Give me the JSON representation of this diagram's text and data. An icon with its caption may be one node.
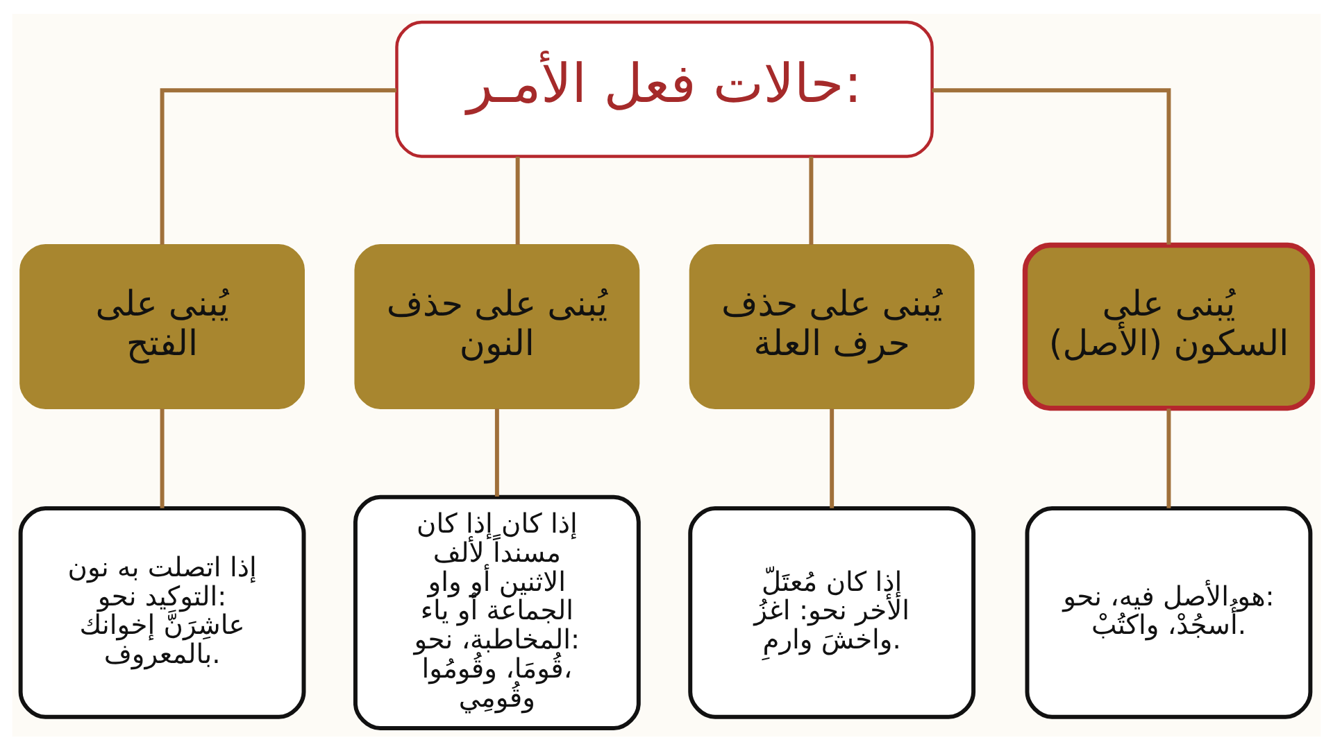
{
  "diagram": {
    "nodes": [
      {
        "text": [
          "حالات فعل الأمـر:"
        ]
      },
      {
        "text": [
          "يُبنى على السكون (الأصل)"
        ]
      },
      {
        "text": [
          "يُبنى على حذف حرف العلة"
        ]
      },
      {
        "text": [
          "يُبنى على حذف النون"
        ]
      },
      {
        "text": [
          "يُبنى على الفتح"
        ]
      },
      {
        "text": [
          "هو الأصل فيه، نحو: أُسجُدْ، واكتُبْ."
        ]
      },
      {
        "text": [
          "إذا كان مُعتَلّ الأخر نحو: اغزُ واخشَ وارمِ."
        ]
      },
      {
        "text": [
          "إذا كان إذا كان مسنداً لألف الاثنين أو واو الجماعة أو ياء المخاطبة، نحو: قُومَا، وقُومُوا، وقُومِي"
        ]
      },
      {
        "text": [
          "إذا اتصلت به نون التوكيد نحو: عاشِرَنَّ إخوانك بالمعروف."
        ]
      }
    ],
    "edges": [
      {
        "from": 0,
        "to": 1,
        "arrow": "none"
      },
      {
        "from": 0,
        "to": 2,
        "arrow": "none"
      },
      {
        "from": 0,
        "to": 3,
        "arrow": "none"
      },
      {
        "from": 0,
        "to": 4,
        "arrow": "none"
      },
      {
        "from": 1,
        "to": 5,
        "arrow": "none"
      },
      {
        "from": 2,
        "to": 6,
        "arrow": "none"
      },
      {
        "from": 3,
        "to": 7,
        "arrow": "none"
      },
      {
        "from": 4,
        "to": 8,
        "arrow": "none"
      }
    ]
  }
}
